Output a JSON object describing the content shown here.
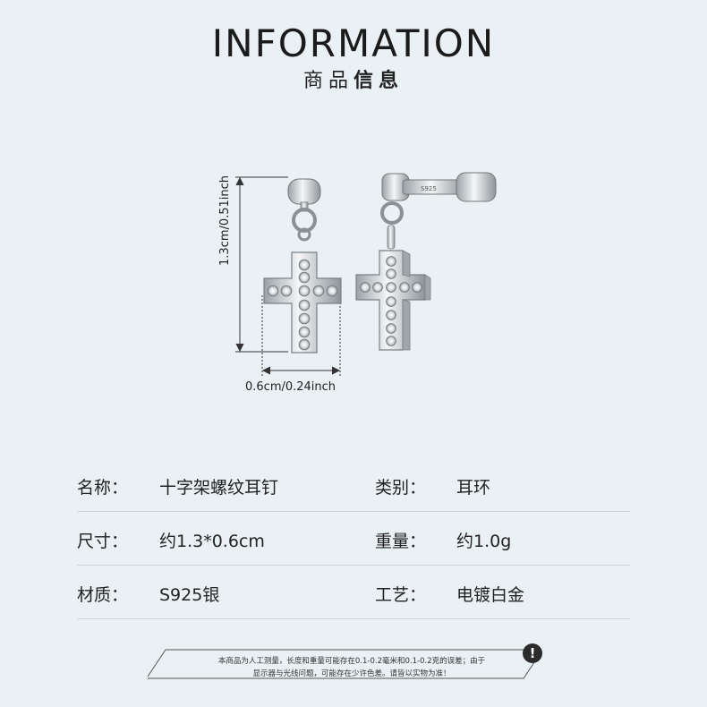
{
  "header": {
    "title": "INFORMATION",
    "subtitle_a": "商品",
    "subtitle_b": "信息"
  },
  "dimensions": {
    "height_label": "1.3cm/0.51inch",
    "width_label": "0.6cm/0.24inch"
  },
  "product": {
    "stamp": "S925"
  },
  "specs": [
    {
      "label": "名称：",
      "value": "十字架螺纹耳钉",
      "label2": "类别：",
      "value2": "耳环"
    },
    {
      "label": "尺寸：",
      "value": "约1.3*0.6cm",
      "label2": "重量：",
      "value2": "约1.0g"
    },
    {
      "label": "材质：",
      "value": "S925银",
      "label2": "工艺：",
      "value2": "电镀白金"
    }
  ],
  "notice": {
    "line1": "本商品为人工测量，长度和重量可能存在0.1-0.2毫米和0.1-0.2克的误差；由于",
    "line2": "显示器与光线问题，可能存在少许色差。请皆以实物为准！",
    "icon_label": "!"
  },
  "colors": {
    "background": "#e9f1f4",
    "divider": "#cfd6d9",
    "text": "#222222"
  }
}
